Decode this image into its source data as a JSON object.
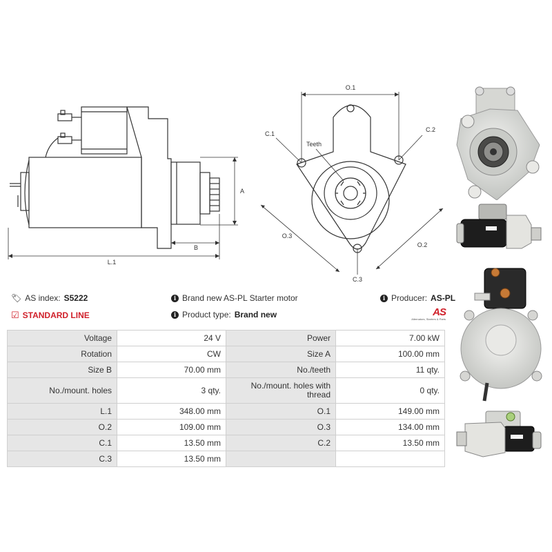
{
  "diagram": {
    "label_L1": "L.1",
    "label_A": "A",
    "label_B": "B",
    "label_O1": "O.1",
    "label_O2": "O.2",
    "label_O3": "O.3",
    "label_C1": "C.1",
    "label_C2": "C.2",
    "label_C3": "C.3",
    "label_teeth": "Teeth"
  },
  "info": {
    "as_index_label": "AS index:",
    "as_index_value": "S5222",
    "standard_line": "STANDARD LINE",
    "description": "Brand new AS-PL Starter motor",
    "product_type_label": "Product type:",
    "product_type_value": "Brand new",
    "producer_label": "Producer:",
    "producer_value": "AS-PL",
    "logo_text": "AS",
    "logo_tagline": "Alternators, Starters & Parts"
  },
  "colors": {
    "accent_red": "#d0202a",
    "key_cell_bg": "#e6e6e6"
  },
  "specs": [
    [
      "Voltage",
      "24 V",
      "Power",
      "7.00 kW"
    ],
    [
      "Rotation",
      "CW",
      "Size A",
      "100.00 mm"
    ],
    [
      "Size B",
      "70.00 mm",
      "No./teeth",
      "11 qty."
    ],
    [
      "No./mount. holes",
      "3 qty.",
      "No./mount. holes with thread",
      "0 qty."
    ],
    [
      "L.1",
      "348.00 mm",
      "O.1",
      "149.00 mm"
    ],
    [
      "O.2",
      "109.00 mm",
      "O.3",
      "134.00 mm"
    ],
    [
      "C.1",
      "13.50 mm",
      "C.2",
      "13.50 mm"
    ],
    [
      "C.3",
      "13.50 mm",
      "",
      ""
    ]
  ]
}
